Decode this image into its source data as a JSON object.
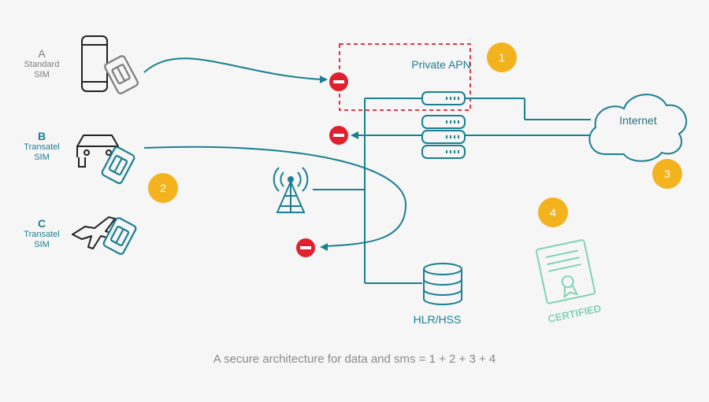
{
  "sims": {
    "a": {
      "letter": "A",
      "label": "Standard SIM"
    },
    "b": {
      "letter": "B",
      "label": "Transatel SIM"
    },
    "c": {
      "letter": "C",
      "label": "Transatel SIM"
    }
  },
  "network": {
    "apn_label": "Private APN",
    "internet_label": "Internet",
    "hlr_label": "HLR/HSS",
    "certified_label": "CERTIFIED"
  },
  "steps": [
    "1",
    "2",
    "3",
    "4"
  ],
  "caption": "A secure architecture for data and sms = 1 + 2 + 3 + 4",
  "colors": {
    "teal": "#1b7f91",
    "green": "#7fd3b4",
    "red": "#e0202e",
    "yellow": "#f2b31f",
    "grey": "#7d7d7d"
  }
}
